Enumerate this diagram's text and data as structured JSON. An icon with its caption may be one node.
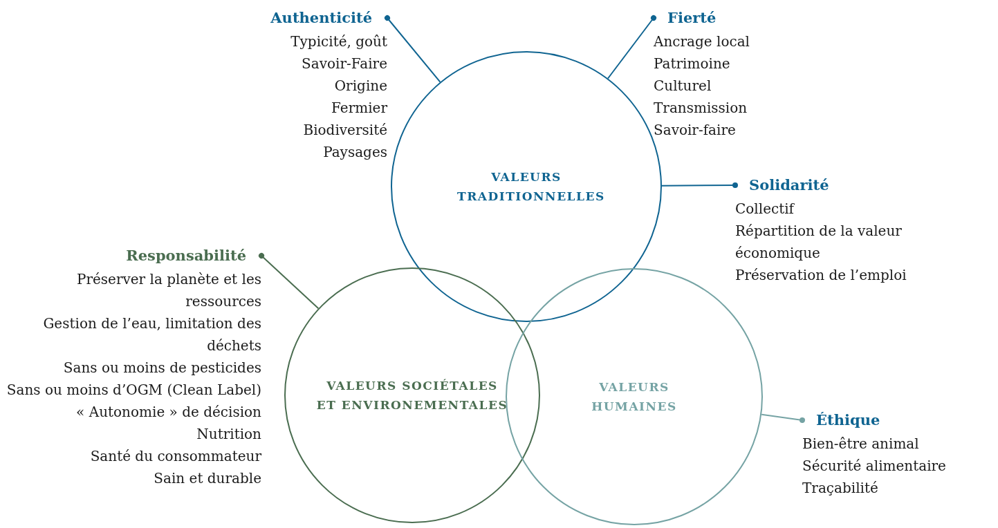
{
  "diagram": {
    "nodes": [
      {
        "text": [
          "Authenticité",
          "Typicité, goût",
          "Savoir-Faire",
          "Origine",
          "Fermier",
          "Biodiversité",
          "Paysages"
        ]
      },
      {
        "text": [
          "Fierté",
          "Ancrage local",
          "Patrimoine",
          "Culturel",
          "Transmission",
          "Savoir-faire"
        ]
      },
      {
        "text": [
          "VALEURS TRADITIONNELLES"
        ]
      },
      {
        "text": [
          "Solidarité",
          "Collectif",
          "Répartition de la valeur économique",
          "Préservation de l’emploi"
        ]
      },
      {
        "text": [
          "Responsabilité",
          "Préserver la planète et les ressources",
          "Gestion de l’eau, limitation des déchets",
          "Sans ou moins de pesticides",
          "Sans ou moins d’OGM (Clean Label)",
          "« Autonomie » de décision",
          "Nutrition",
          "Santé du consommateur",
          "Sain et durable"
        ]
      },
      {
        "text": [
          "VALEURS SOCIÉTALES ET ENVIRONEMENTALES"
        ]
      },
      {
        "text": [
          "VALEURS HUMAINES"
        ]
      },
      {
        "text": [
          "Éthique",
          "Bien-être animal",
          "Sécurité alimentaire",
          "Traçabilité"
        ]
      }
    ],
    "edges": [
      {
        "from": 0,
        "to": 2,
        "arrow": "other"
      },
      {
        "from": 1,
        "to": 2,
        "arrow": "other"
      },
      {
        "from": 3,
        "to": 2,
        "arrow": "other"
      },
      {
        "from": 4,
        "to": 5,
        "arrow": "other",
        "color": "#4a6d50"
      },
      {
        "from": 7,
        "to": 6,
        "arrow": "other",
        "color": "#75a3a4"
      }
    ]
  }
}
